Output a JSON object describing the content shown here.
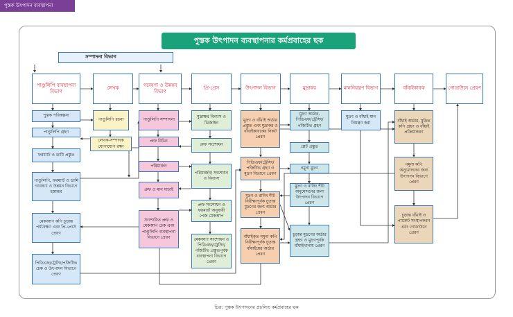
{
  "header_tag": "পুস্তক উৎপাদন ব্যবস্থাপনা",
  "title": "পুস্তক উৎপাদন ব্যবস্থাপনার কর্মপ্রবাহের ছক",
  "editorial_dept": "সম্পাদনা বিভাগ",
  "headers": {
    "manuscript_mgmt": "পাণ্ডুলিপি ব্যবস্থাপনা বিভাগ",
    "author": "লেখক",
    "research": "গবেষণা ও উন্নয়ন বিভাগ",
    "prepress": "প্রি-প্রেস",
    "production": "উৎপাদন বিভাগ",
    "printer": "মুদ্রাকর",
    "quality": "মাননিয়ন্ত্রণ বিভাগ",
    "binder": "বাঁধাইকারক",
    "warehouse": "গোডাউনে প্রেরণ"
  },
  "col1": [
    "পুস্তক পরিকল্পনা",
    "পাণ্ডুলিপি গ্রহণ",
    "ফরম্যাট ও ডামি প্রস্তুত",
    "পাণ্ডুলিপি, ফরম্যাট ও ডামি গবেষণা ও উন্নয়ন বিভাগে হস্তান্তর",
    "মেকআপ কপি চূড়ান্ত পর্যবেক্ষণ এবং প্রি-প্রেসে প্রেরণ",
    "পিডিএফ/ট্রেসিং/পজিটিভ চেক ও উৎপাদন বিভাগে প্রেরণ"
  ],
  "col2": [
    "পাণ্ডুলিপি রচনা",
    "লেখক-সম্পাদক যোগাযোগ রক্ষা"
  ],
  "col3": [
    "পাণ্ডুলিপি সম্পাদনা",
    "প্রুফ রিডিং",
    "পরিমার্জন",
    "প্রুফ ও মান যাচাই",
    "সংশোধিত প্রুফ ও মেকআপ চেক এবং পাণ্ডুলিপি ব্যবস্থাপনা বিভাগে প্রেরণ"
  ],
  "col4": [
    "মুদ্রাক্ষর বিন্যাস ও ডিজাইন",
    "প্রুফ সংশোধন",
    "পরিমার্জন/ সংশোধন ও বিন্যাস",
    "প্রুফ সংশোধন ও ফরম্যাট অনুযায়ী পেজ মেকআপ",
    "মেকআপ সংশোধন ও পিডিএফ/ট্রেসিং/ পজিটিভ প্রস্তুতপূর্বক ব্যবস্থাপনা বিভাগে প্রেরণ"
  ],
  "col5": [
    "মুদ্রণ ও বাঁধাই অর্ডার প্রস্তুত এবং মুদ্রাকর ও বাঁধাইকারকের নিকট প্রেরণ",
    "পিডিএফ/ট্রেসিং/ পজিটিভ গ্রহণ ও মুদ্রণ বিভাগে প্রেরণ",
    "মুদ্রণ ও রানিং শীট নিরীক্ষাপূর্বক চূড়ান্ত মুদ্রণের জন্য অর্ডার প্রেরণ",
    "বাঁধাইকৃত নমুনা কপি নিরীক্ষাপূর্বক চূড়ান্ত বাঁধাইয়ের অর্ডার প্রেরণ"
  ],
  "col6": [
    "মুদ্রণ অর্ডার, পিডিএফ/ট্রেসিং/ পজিটিভ গ্রহণ",
    "প্লেট প্রস্তুত",
    "নমুনা মুদ্রণ",
    "মুদ্রণ ও রানিং শীট অনুমোদনের জন্য উৎপাদন বিভাগে প্রেরণ",
    "চূড়ান্ত মুদ্রণের অর্ডার গ্রহণ ও মুদ্রণপূর্বক বাঁধাইখানায় প্রেরণ"
  ],
  "col7": [
    "মুদ্রণ ও বাঁধাই মান নিয়ন্ত্রণ করা"
  ],
  "col8": [
    "বাঁধাই অর্ডার, মুদ্রিত কপি গ্রহণ ও বাঁধাই প্রক্রিয়াকরণ",
    "নমুনা কপি অনুমোদনের জন্য উৎপাদন বিভাগে প্রেরণ",
    "চূড়ান্ত বাঁধাই ও প্যাকেট সংস্থাপকরণ এবং গোডাউনে প্রেরণ"
  ],
  "caption": "চিত্র: পুস্তক উৎপাদনের প্রচলিত কর্মপ্রবাহের ছক"
}
